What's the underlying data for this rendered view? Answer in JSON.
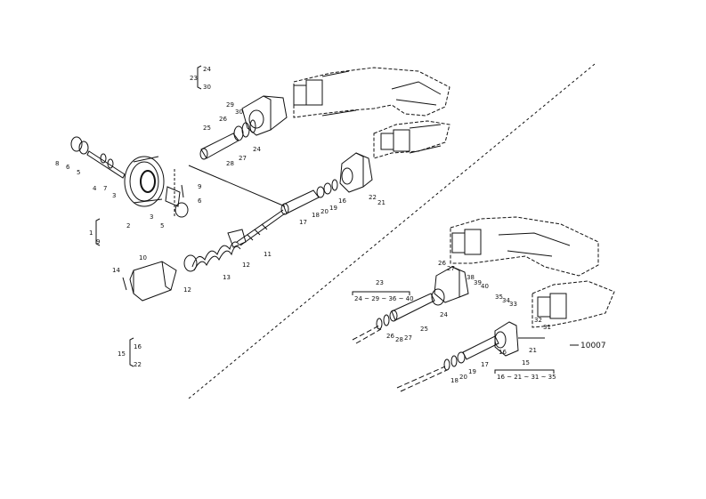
{
  "colors": {
    "ink": "#111111",
    "paper": "#ffffff"
  },
  "figure_number": "10007",
  "labels": {
    "l24a": "24",
    "l23a": "23",
    "l30a": "30",
    "l29": "29",
    "l30b": "30",
    "l26": "26",
    "l25": "25",
    "l28": "28",
    "l27": "27",
    "l24b": "24",
    "l8a": "8",
    "l6a": "6",
    "l5a": "5",
    "l4a": "4",
    "l7a": "7",
    "l3a": "3",
    "l2": "2",
    "l3b": "3",
    "l5b": "5",
    "l6b": "6",
    "l9": "9",
    "l1": "1",
    "l9b": "9",
    "l17": "17",
    "l18": "18",
    "l20": "20",
    "l19": "19",
    "l16": "16",
    "l22": "22",
    "l21": "21",
    "l10": "10",
    "l14": "14",
    "l12a": "12",
    "l13": "13",
    "l12b": "12",
    "l11": "11",
    "l15": "15",
    "l16b": "16",
    "l22b": "22",
    "l23b": "23",
    "seq23": "24 ~ 29 ~ 36 ~ 40",
    "l26b": "26",
    "l27b": "27",
    "l38": "38",
    "l39": "39",
    "l40": "40",
    "l24c": "24",
    "l26c": "26",
    "l28b": "28",
    "l27c": "27",
    "l25b": "25",
    "l35": "35",
    "l34": "34",
    "l33": "33",
    "l32": "32",
    "l31": "31",
    "l21b": "21",
    "l16c": "16",
    "l17b": "17",
    "l18b": "18",
    "l20b": "20",
    "l19b": "19",
    "l15b": "15",
    "seq15": "16 ~ 21 ~ 31 ~ 35"
  }
}
